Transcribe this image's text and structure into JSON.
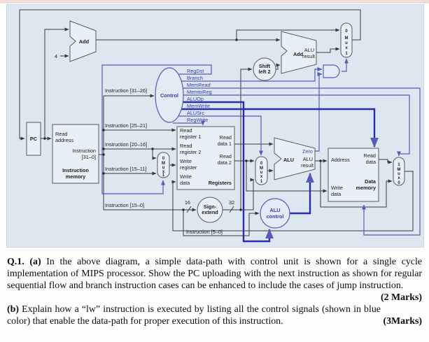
{
  "colors": {
    "panel_bg": "#dce7f0",
    "control_blue": "#3b3bad",
    "signal_line_blue": "#5a5ab8",
    "thick_signal_blue": "#2b2bab",
    "wire_black": "#3a3a3a"
  },
  "mux": {
    "zero": "0",
    "one": "1",
    "m": "M",
    "u": "u",
    "x": "x"
  },
  "diagram": {
    "pc": "PC",
    "four": "4",
    "add1": "Add",
    "add2": {
      "label": "Add",
      "result": [
        "ALU",
        "result"
      ]
    },
    "shift": [
      "Shift",
      "left 2"
    ],
    "control": {
      "title": "Control",
      "signals": [
        "RegDst",
        "Branch",
        "MemRead",
        "MemtoReg",
        "ALUOp",
        "MemWrite",
        "ALUSrc",
        "RegWrite"
      ]
    },
    "imem": {
      "read_address": [
        "Read",
        "address"
      ],
      "instruction_310": [
        "Instruction",
        "[31–0]"
      ],
      "title": [
        "Instruction",
        "memory"
      ]
    },
    "instr": {
      "i3126": "Instruction [31–26]",
      "i2521": "Instruction [25–21]",
      "i2016": "Instruction [20–16]",
      "i1511": "Instruction [15–11]",
      "i150": "Instruction [15–0]",
      "i50": "Instruction [5–0]"
    },
    "regs": {
      "rr1": [
        "Read",
        "register 1"
      ],
      "rr2": [
        "Read",
        "register 2"
      ],
      "wr": [
        "Write",
        "register"
      ],
      "wd": [
        "Write",
        "data"
      ],
      "rd1": [
        "Read",
        "data 1"
      ],
      "rd2": [
        "Read",
        "data 2"
      ],
      "title": "Registers"
    },
    "sign_extend": [
      "Sign-",
      "extend"
    ],
    "bits": {
      "b16": "16",
      "b32": "32"
    },
    "alu": {
      "title": "ALU",
      "zero": "Zero",
      "result": [
        "ALU",
        "result"
      ]
    },
    "alu_control": [
      "ALU",
      "control"
    ],
    "dmem": {
      "address": "Address",
      "read_data": [
        "Read",
        "data"
      ],
      "write_data": [
        "Write",
        "data"
      ],
      "title": [
        "Data",
        "memory"
      ]
    }
  },
  "question": {
    "a_label": "Q.1. (a)",
    "a_text": "In the above diagram, a simple data-path with control unit is shown for a single cycle implementation of MIPS processor. Show the PC uploading with the next instruction as shown for regular sequential flow and branch instruction cases can be enhanced to include the cases of jump instruction.",
    "a_marks": "(2 Marks)",
    "b_label": "(b)",
    "b_text": "Explain how a “lw” instruction is executed by listing all the control signals (shown in blue color) that enable the data-path for proper execution of this instruction.",
    "b_marks": "(3Marks)"
  }
}
